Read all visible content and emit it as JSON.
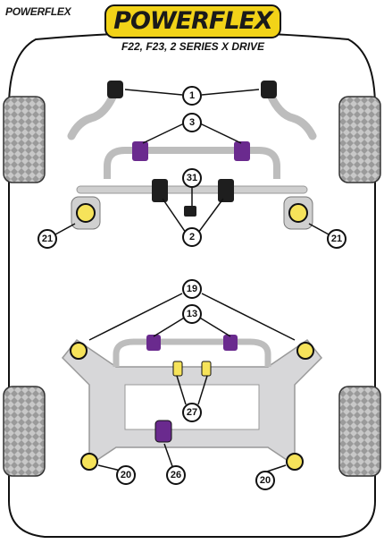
{
  "brand": {
    "small_logo": "POWERFLEX",
    "main_logo": "POWERFLEX",
    "subtitle": "F22, F23, 2 SERIES X DRIVE"
  },
  "callouts": {
    "c1": "1",
    "c3": "3",
    "c31": "31",
    "c2": "2",
    "c21_left": "21",
    "c21_right": "21",
    "c19": "19",
    "c13": "13",
    "c27": "27",
    "c26": "26",
    "c20_left": "20",
    "c20_right": "20"
  },
  "colors": {
    "logo_yellow": "#f2d318",
    "bush_purple": "#6a2a8e",
    "bush_yellow": "#f6e35a",
    "subframe_grey": "#d7d7d9",
    "tyre_grey": "#a9a9a9"
  }
}
